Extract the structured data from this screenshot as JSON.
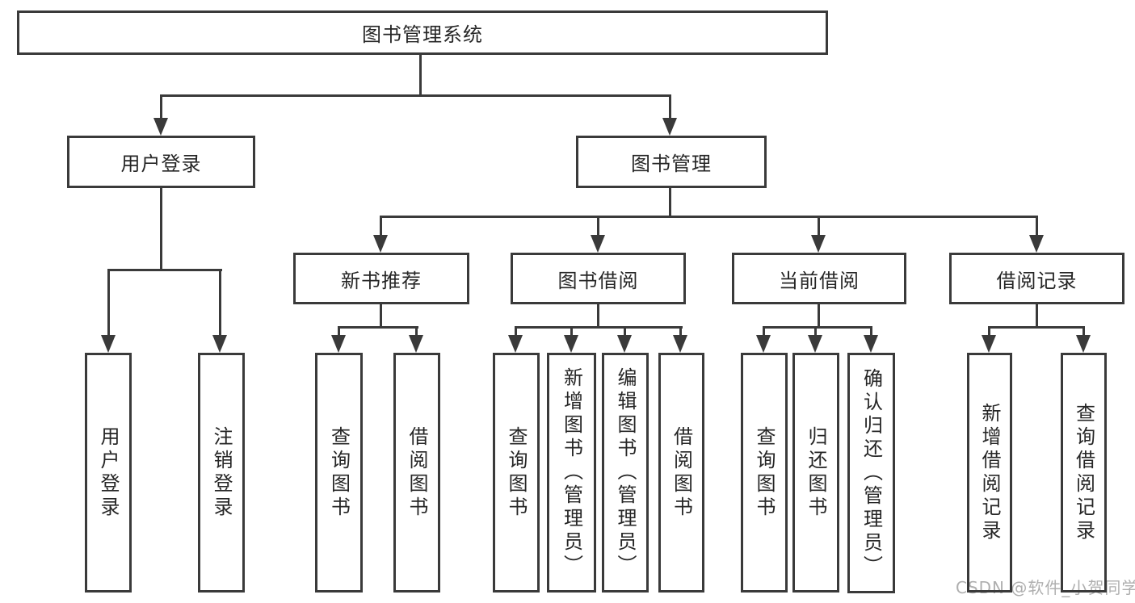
{
  "diagram": {
    "title_note": "functional structure chart of a library management system",
    "root": {
      "label": "图书管理系统"
    },
    "branches": [
      {
        "label": "用户登录",
        "children": [
          {
            "label": "用户登录"
          },
          {
            "label": "注销登录"
          }
        ]
      },
      {
        "label": "图书管理",
        "children": [
          {
            "label": "新书推荐",
            "children": [
              {
                "label": "查询图书"
              },
              {
                "label": "借阅图书"
              }
            ]
          },
          {
            "label": "图书借阅",
            "children": [
              {
                "label": "查询图书"
              },
              {
                "label": "新增图书（管理员）"
              },
              {
                "label": "编辑图书（管理员）"
              },
              {
                "label": "借阅图书"
              }
            ]
          },
          {
            "label": "当前借阅",
            "children": [
              {
                "label": "查询图书"
              },
              {
                "label": "归还图书"
              },
              {
                "label": "确认归还（管理员）"
              }
            ]
          },
          {
            "label": "借阅记录",
            "children": [
              {
                "label": "新增借阅记录"
              },
              {
                "label": "查询借阅记录"
              }
            ]
          }
        ]
      }
    ]
  },
  "watermark": {
    "text": "CSDN @软件_小贺同学"
  },
  "colors": {
    "line": "#3a3a3a",
    "text": "#262626",
    "watermark_text": "#afafaf",
    "background": "#ffffff"
  }
}
